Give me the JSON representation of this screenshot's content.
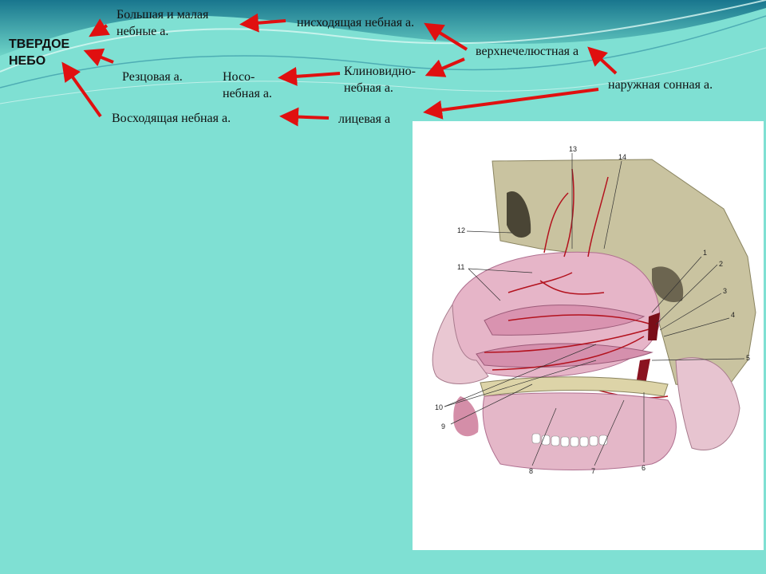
{
  "slide": {
    "main_label": [
      "ТВЕРДОЕ",
      "НЕБО"
    ],
    "labels": {
      "greater_lesser": [
        "Большая и малая",
        "небные а."
      ],
      "descending": "нисходящая небная а.",
      "maxillary": "верхнечелюстная а",
      "incisive": "Резцовая а.",
      "nasopalatine": [
        "Носо-",
        "небная а."
      ],
      "sphenopalatine": [
        "Клиновидно-",
        "небная а."
      ],
      "external_carotid": "наружная сонная а.",
      "ascending": "Восходящая небная а.",
      "facial": "лицевая а"
    }
  },
  "figure": {
    "numbers": [
      "1",
      "2",
      "3",
      "4",
      "5",
      "6",
      "7",
      "8",
      "9",
      "10",
      "11",
      "12",
      "13",
      "14"
    ]
  },
  "colors": {
    "background": "#7fe0d3",
    "arrow": "#e01010",
    "wave": "#0e6f8a"
  }
}
